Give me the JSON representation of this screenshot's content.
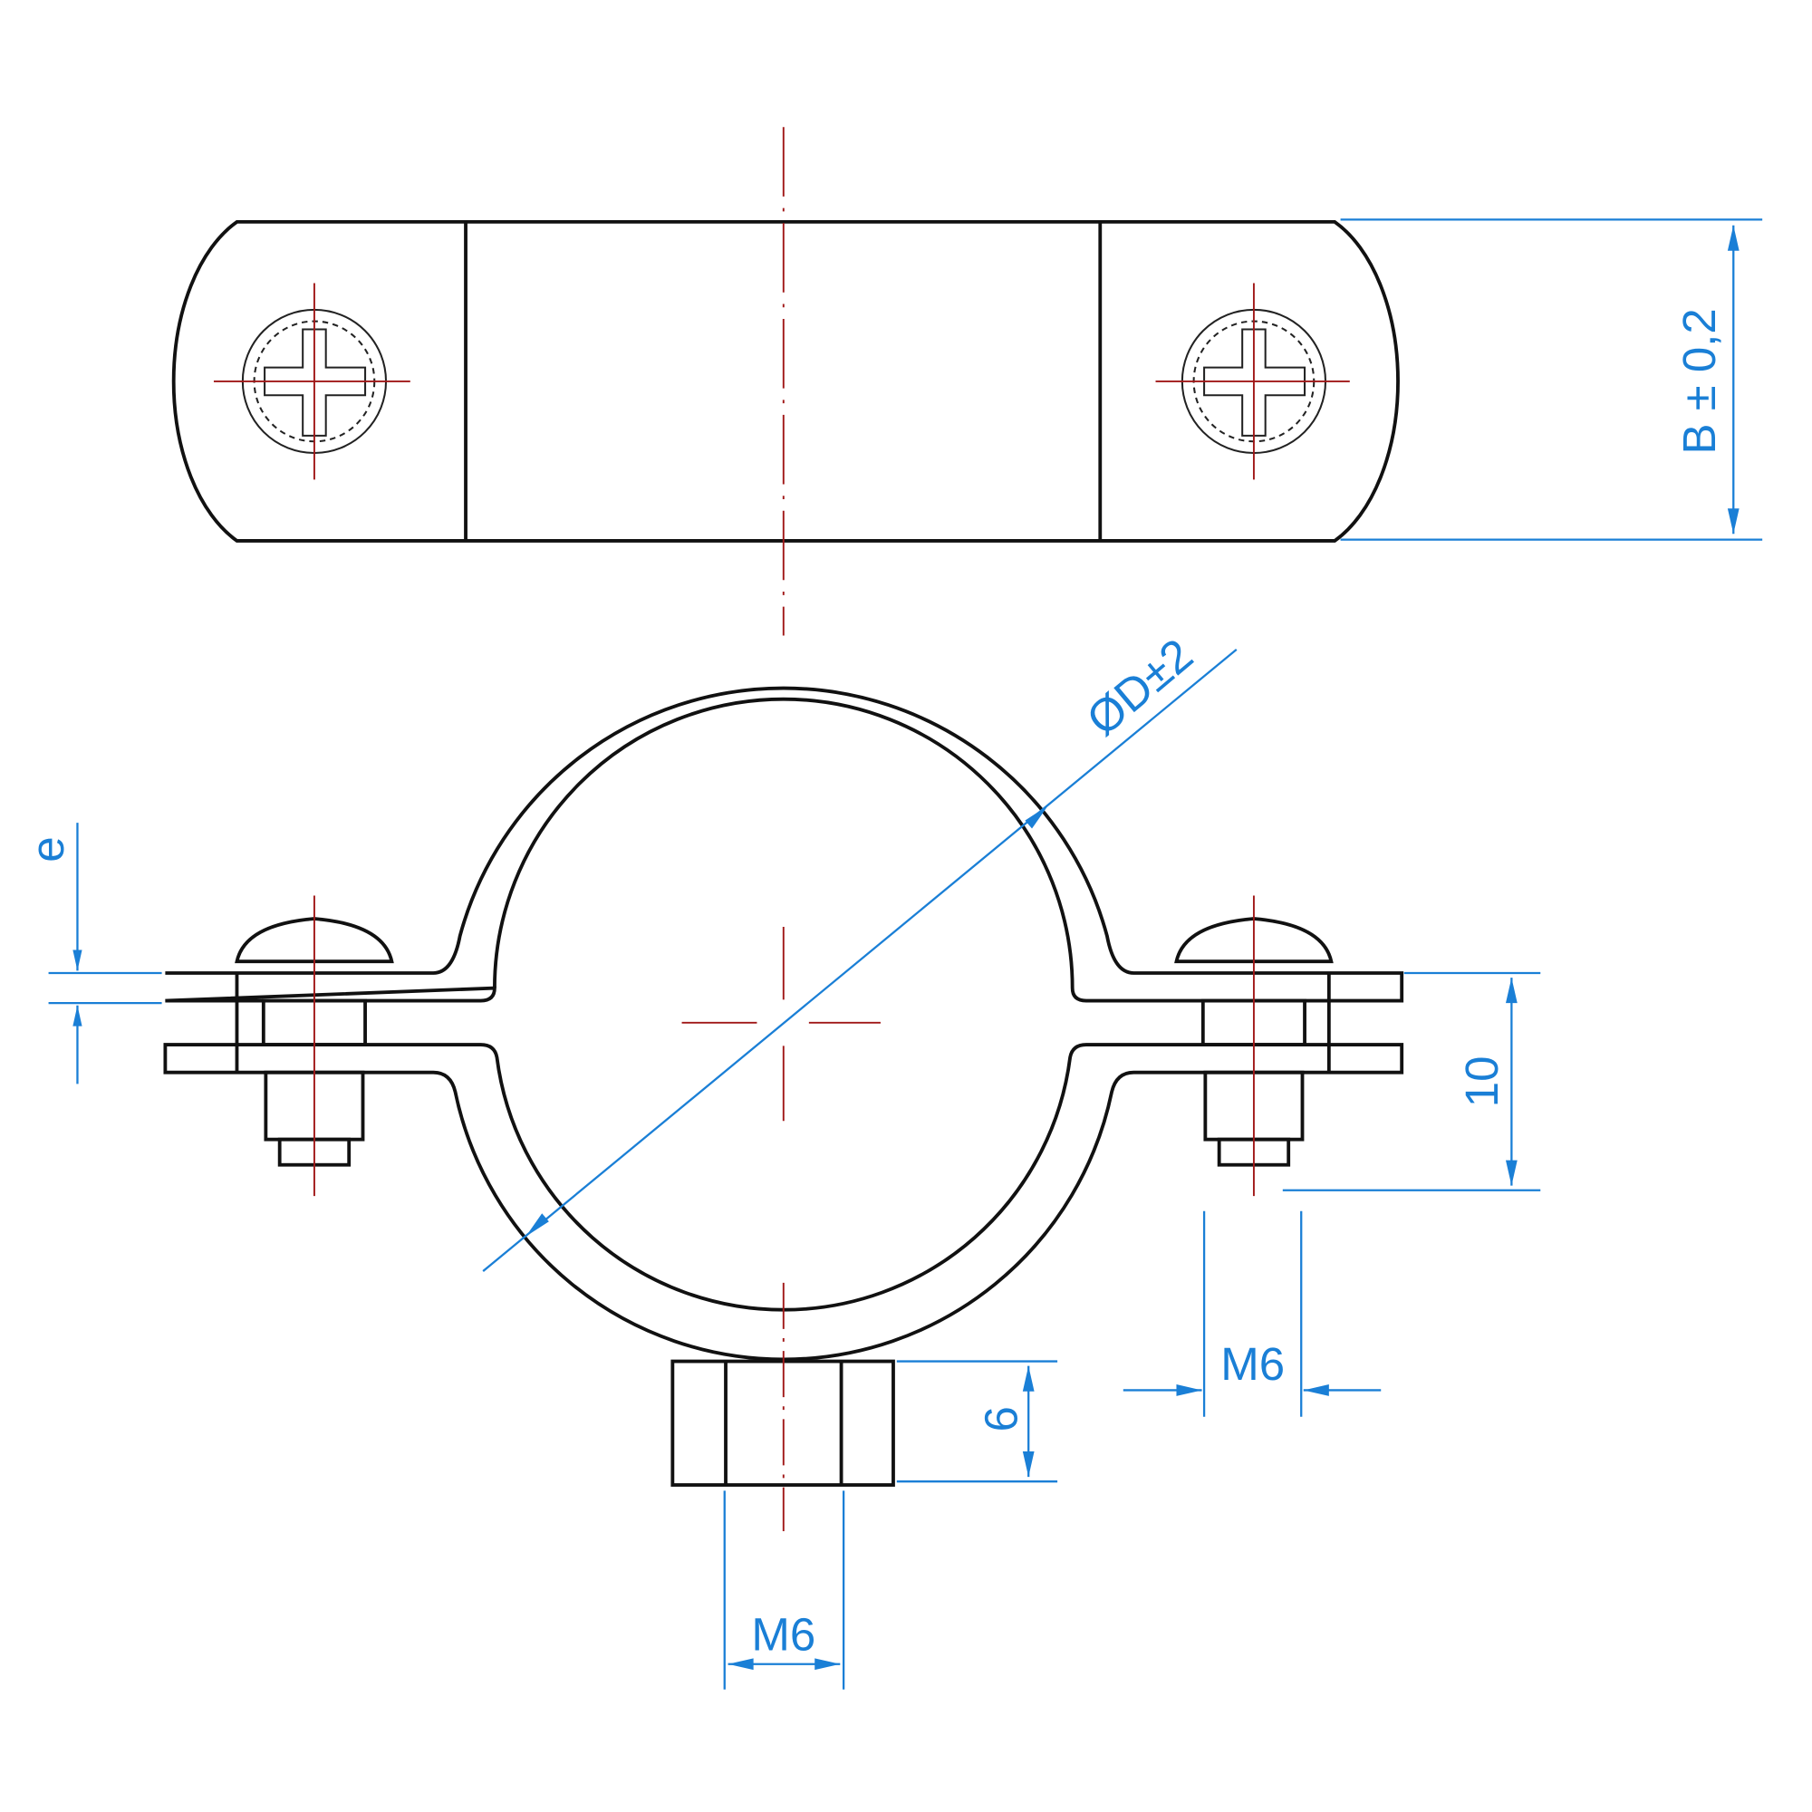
{
  "drawing": {
    "title": "Pipe clamp with M6 boss",
    "dimensions": {
      "width": "B ± 0,2",
      "diameter": "ØD±2",
      "thickness": "e",
      "height": "10",
      "boss_height": "6",
      "thread_side": "M6",
      "thread_bottom": "M6"
    },
    "colors": {
      "outline": "#111111",
      "centerline": "#a01818",
      "dimension": "#1a7fd6"
    }
  }
}
